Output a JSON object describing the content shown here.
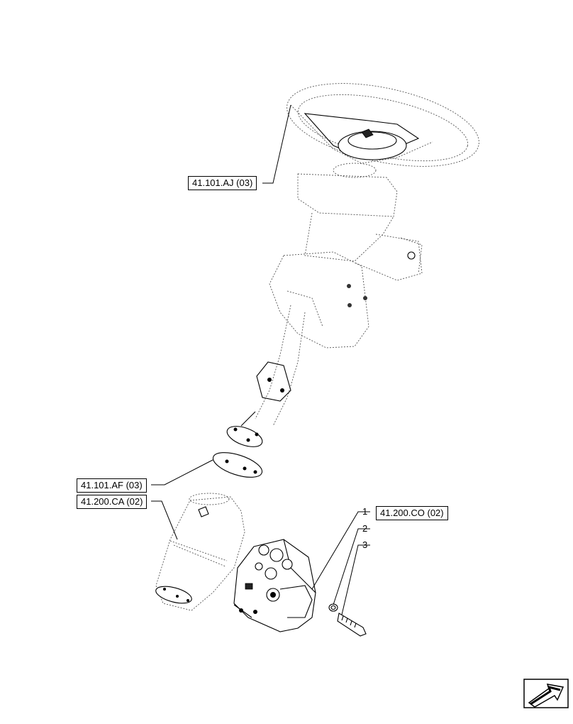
{
  "references": {
    "steering_wheel": "41.101.AJ (03)",
    "column_joint": "41.101.AF (03)",
    "steering_unit": "41.200.CA (02)",
    "valve_block": "41.200.CO (02)"
  },
  "callouts": {
    "item1": "1",
    "item2": "2",
    "item3": "3"
  },
  "navigation": {
    "icon": "next-page-arrow-icon"
  }
}
